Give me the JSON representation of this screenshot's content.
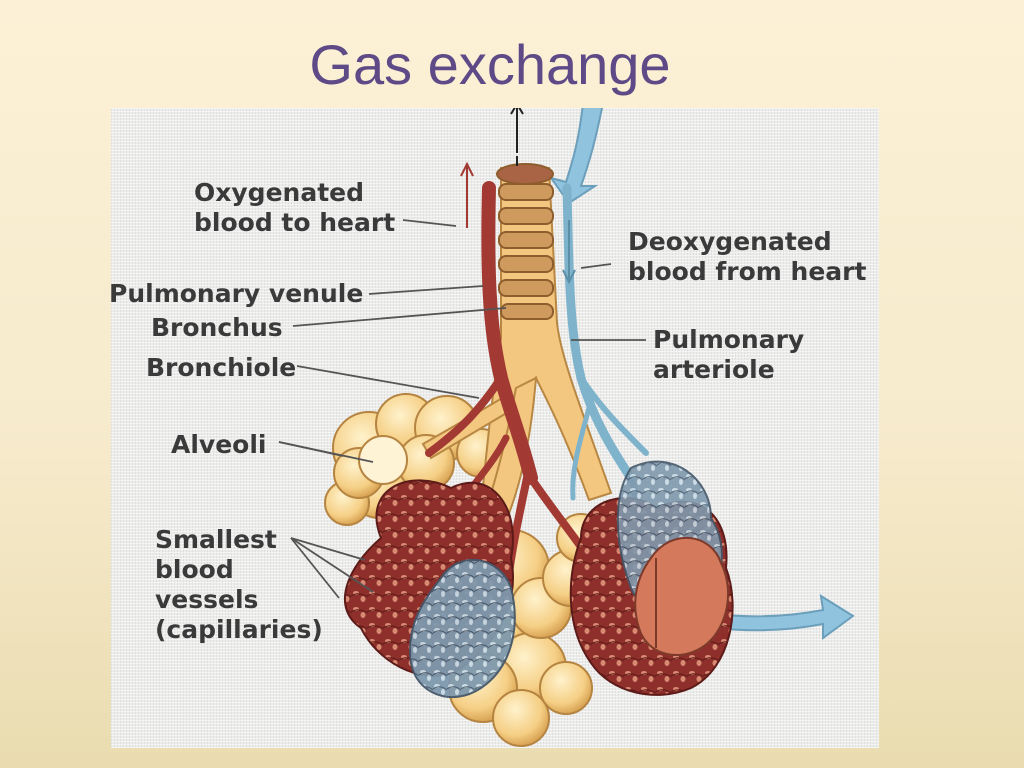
{
  "slide": {
    "title": "Gas exchange"
  },
  "labels": {
    "oxygenated": [
      "Oxygenated",
      "blood to heart"
    ],
    "deoxygenated": [
      "Deoxygenated",
      "blood from heart"
    ],
    "pulmonary_venule": "Pulmonary venule",
    "bronchus": "Bronchus",
    "bronchiole": "Bronchiole",
    "pulmonary_arteriole": [
      "Pulmonary",
      "arteriole"
    ],
    "alveoli": "Alveoli",
    "capillaries": [
      "Smallest",
      "blood",
      "vessels",
      "(capillaries)"
    ]
  },
  "colors": {
    "background": "#fcf0d6",
    "title": "#5e4a86",
    "oxygenated_vessel": "#a23a33",
    "deoxygenated_vessel": "#7fb3cc",
    "airway": "#f3c77f",
    "label_text": "#3a3a3a"
  }
}
